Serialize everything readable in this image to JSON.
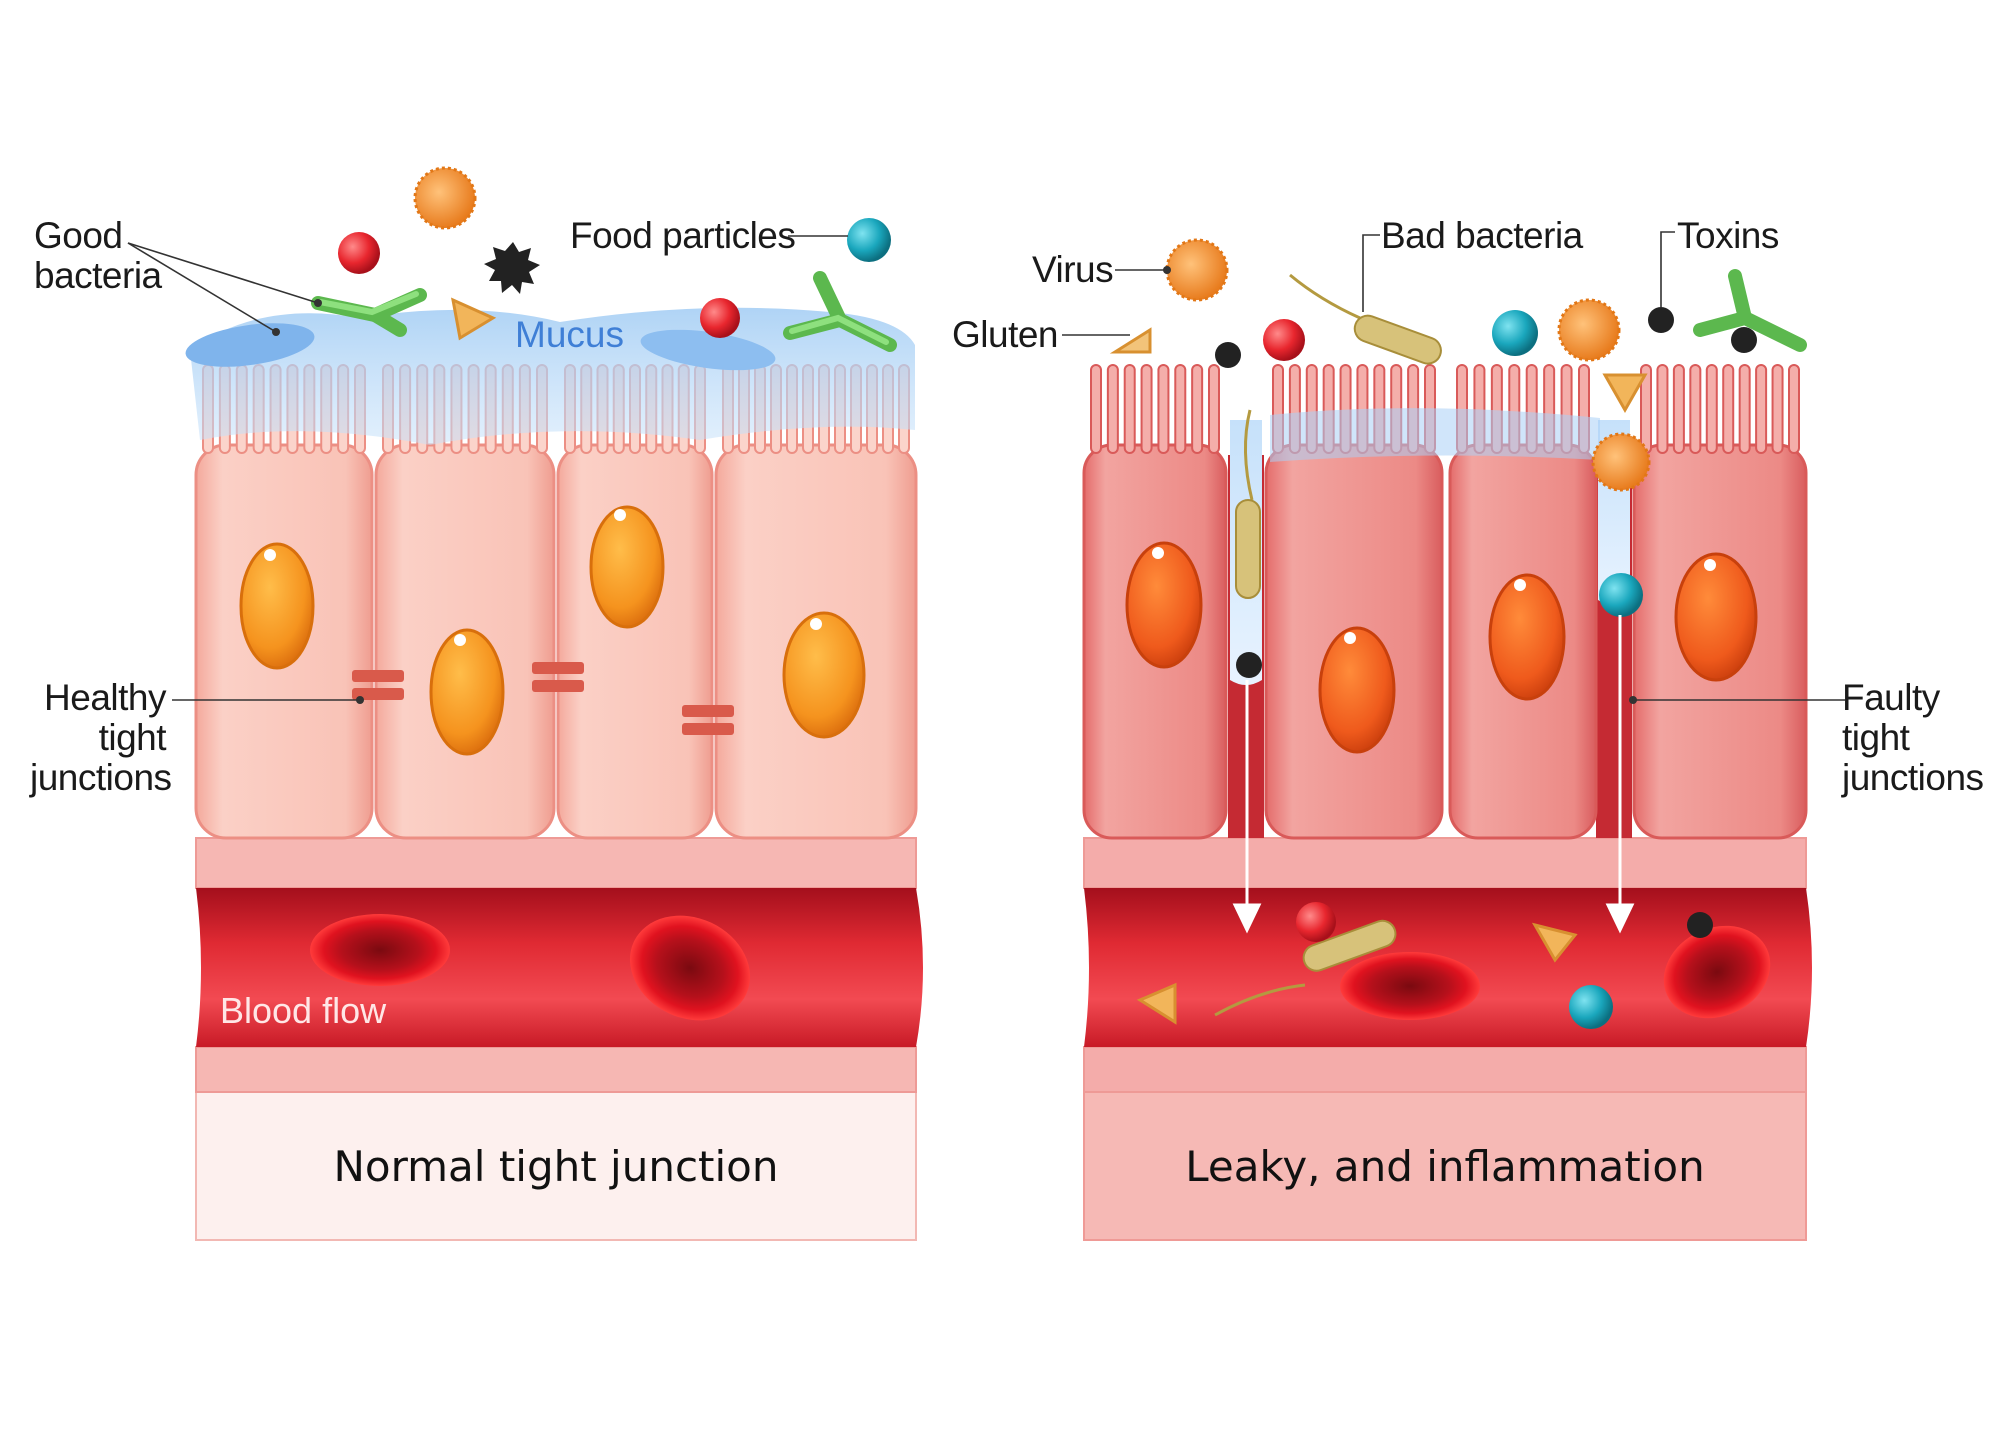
{
  "labels": {
    "good_bacteria_l1": "Good",
    "good_bacteria_l2": "bacteria",
    "food_particles": "Food particles",
    "mucus": "Mucus",
    "healthy_l1": "Healthy",
    "healthy_l2": "tight",
    "healthy_l3": "junctions",
    "blood_flow": "Blood flow",
    "virus": "Virus",
    "bad_bacteria": "Bad bacteria",
    "toxins": "Toxins",
    "gluten": "Gluten",
    "faulty_l1": "Faulty",
    "faulty_l2": "tight",
    "faulty_l3": "junctions"
  },
  "captions": {
    "left": "Normal tight junction",
    "right": "Leaky, and inflammation"
  },
  "colors": {
    "healthy_cell": "#f9c4b8",
    "inflamed_cell": "#ee8a86",
    "nucleus_healthy": "#f5931e",
    "nucleus_inflamed": "#ef5a1c",
    "blood": "#d81e2a",
    "mucus": "#8fc0ef",
    "bacteria_good": "#7ed36a",
    "bacteria_bad": "#d7c27a",
    "food_particle": "#1aa7bd",
    "virus": "#f29a3c",
    "toxin": "#222222"
  }
}
